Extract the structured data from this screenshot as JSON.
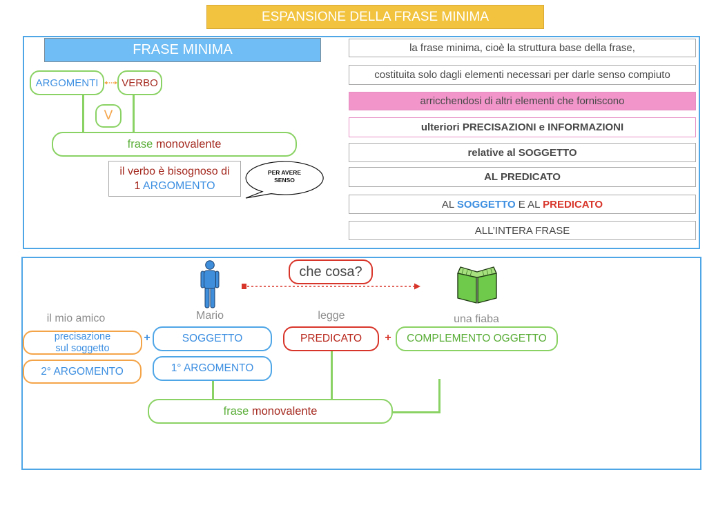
{
  "title": "ESPANSIONE DELLA FRASE MINIMA",
  "colors": {
    "title_bg": "#F1C33F",
    "panel_border": "#4FA6E7",
    "heading_bg": "#6FBDF4",
    "green": "#8AD264",
    "green_text": "#5AAE38",
    "blue": "#3D8FE1",
    "dark_red": "#A4291F",
    "red": "#D8352A",
    "orange": "#F4A448",
    "gray_text": "#8C8C8C",
    "gray_border": "#A8A8A8",
    "pink_fill": "#F195CA",
    "pink_border": "#E68FC4",
    "text_dark": "#474747"
  },
  "icons": {
    "person": "person-icon",
    "book": "book-icon",
    "speech_bubble": "speech-bubble-icon",
    "double_arrow": "double-arrow-icon",
    "dotted_arrow": "dotted-arrow-icon"
  },
  "top_panel": {
    "heading": "FRASE MINIMA",
    "argomenti": "ARGOMENTI",
    "verbo": "VERBO",
    "v_label": "V",
    "frase": "frase",
    "monovalente": "monovalente",
    "need_line1": "il verbo è bisognoso di",
    "need_count": "1",
    "need_arg": "ARGOMENTO",
    "bubble_line1": "PER AVERE",
    "bubble_line2": "SENSO",
    "list": [
      {
        "text": "la frase minima, cioè la struttura base della frase,"
      },
      {
        "text": "costituita solo dagli elementi necessari per darle senso compiuto"
      },
      {
        "text": "arricchendosi di altri elementi che forniscono"
      },
      {
        "text": "ulteriori PRECISAZIONI e INFORMAZIONI"
      },
      {
        "text": "relative al SOGGETTO"
      },
      {
        "text": "AL PREDICATO"
      },
      {
        "parts": [
          "AL",
          "SOGGETTO",
          "E AL",
          "PREDICATO"
        ]
      },
      {
        "text": "ALL’INTERA FRASE"
      }
    ]
  },
  "bottom_panel": {
    "question": "che cosa?",
    "word_modifier": "il mio amico",
    "word_subject": "Mario",
    "word_verb": "legge",
    "word_object": "una fiaba",
    "precisazione_line1": "precisazione",
    "precisazione_line2": "sul soggetto",
    "plus_1": "+",
    "plus_2": "+",
    "soggetto": "SOGGETTO",
    "predicato": "PREDICATO",
    "complemento": "COMPLEMENTO OGGETTO",
    "argomento2": "2° ARGOMENTO",
    "argomento1": "1° ARGOMENTO",
    "frase": "frase",
    "monovalente": "monovalente"
  }
}
